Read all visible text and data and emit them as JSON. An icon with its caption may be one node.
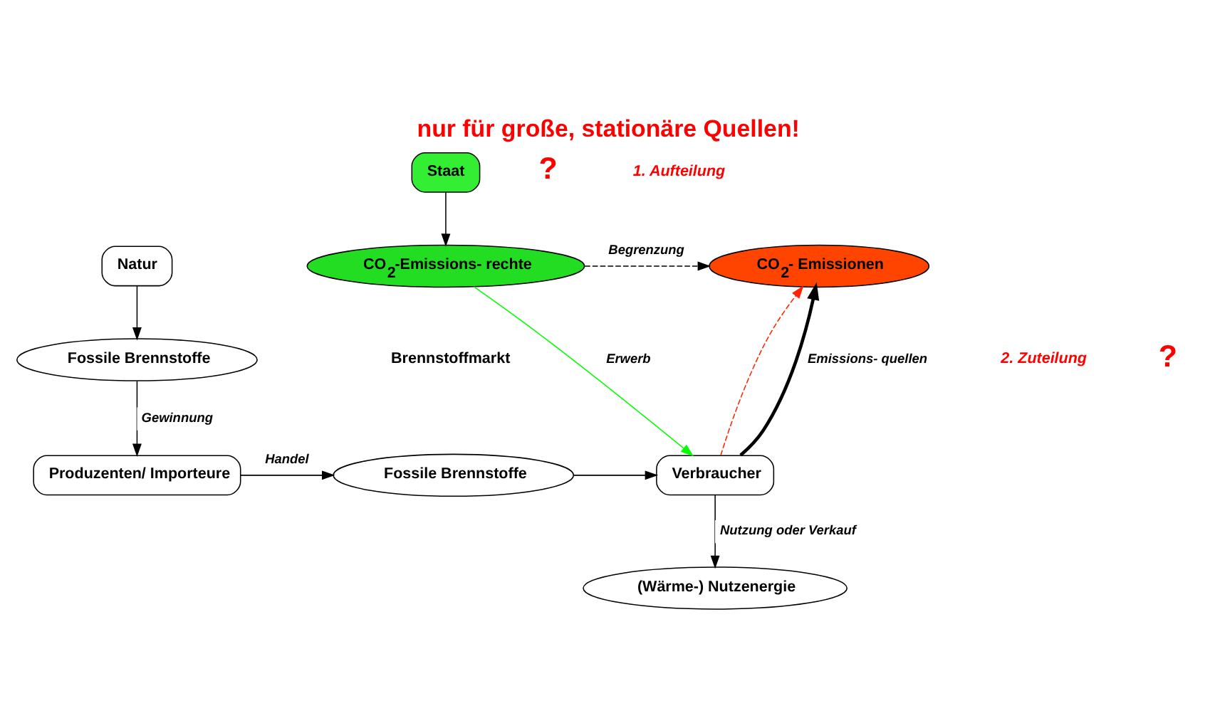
{
  "diagram": {
    "title": "nur für große, stationäre Quellen!",
    "nodes": [
      {
        "text": [
          "Staat"
        ]
      },
      {
        "text": [
          "CO$_{2}$-Emissions- rechte"
        ]
      },
      {
        "text": [
          "CO$_{2}$- Emissionen"
        ]
      },
      {
        "text": [
          "Produzenten/ Importeure"
        ]
      },
      {
        "text": [
          "Fossile Brennstoffe"
        ]
      },
      {
        "text": [
          "Verbraucher"
        ]
      },
      {
        "text": [
          "Fossile Brennstoffe"
        ]
      },
      {
        "text": [
          "Natur"
        ]
      },
      {
        "text": [
          "(Wärme-) Nutzenergie"
        ]
      }
    ],
    "edges": [
      {
        "from": 0,
        "to": 1,
        "arrow": "to"
      },
      {
        "from": 1,
        "to": 2,
        "arrow": "to",
        "label": "Begrenzung",
        "style": "dashed"
      },
      {
        "from": 1,
        "to": 5,
        "arrow": "to",
        "label": "Erwerb",
        "color": "#00ff00"
      },
      {
        "from": 5,
        "to": 2,
        "arrow": "to",
        "style": "dashed",
        "color": "#ff2200"
      },
      {
        "from": 5,
        "to": 2,
        "arrow": "to",
        "label": "Emissions- quellen",
        "style": "thick"
      },
      {
        "from": 7,
        "to": 6,
        "arrow": "to"
      },
      {
        "from": 6,
        "to": 3,
        "arrow": "to",
        "label": "Gewinnung"
      },
      {
        "from": 3,
        "to": 4,
        "arrow": "to",
        "label": "Handel"
      },
      {
        "from": 4,
        "to": 5,
        "arrow": "to"
      },
      {
        "from": 5,
        "to": 8,
        "arrow": "to",
        "label": "Nutzung oder Verkauf"
      }
    ],
    "labels": [
      "1. Aufteilung",
      "?",
      "2. Zuteilung",
      "?",
      "Brennstoffmarkt"
    ]
  }
}
